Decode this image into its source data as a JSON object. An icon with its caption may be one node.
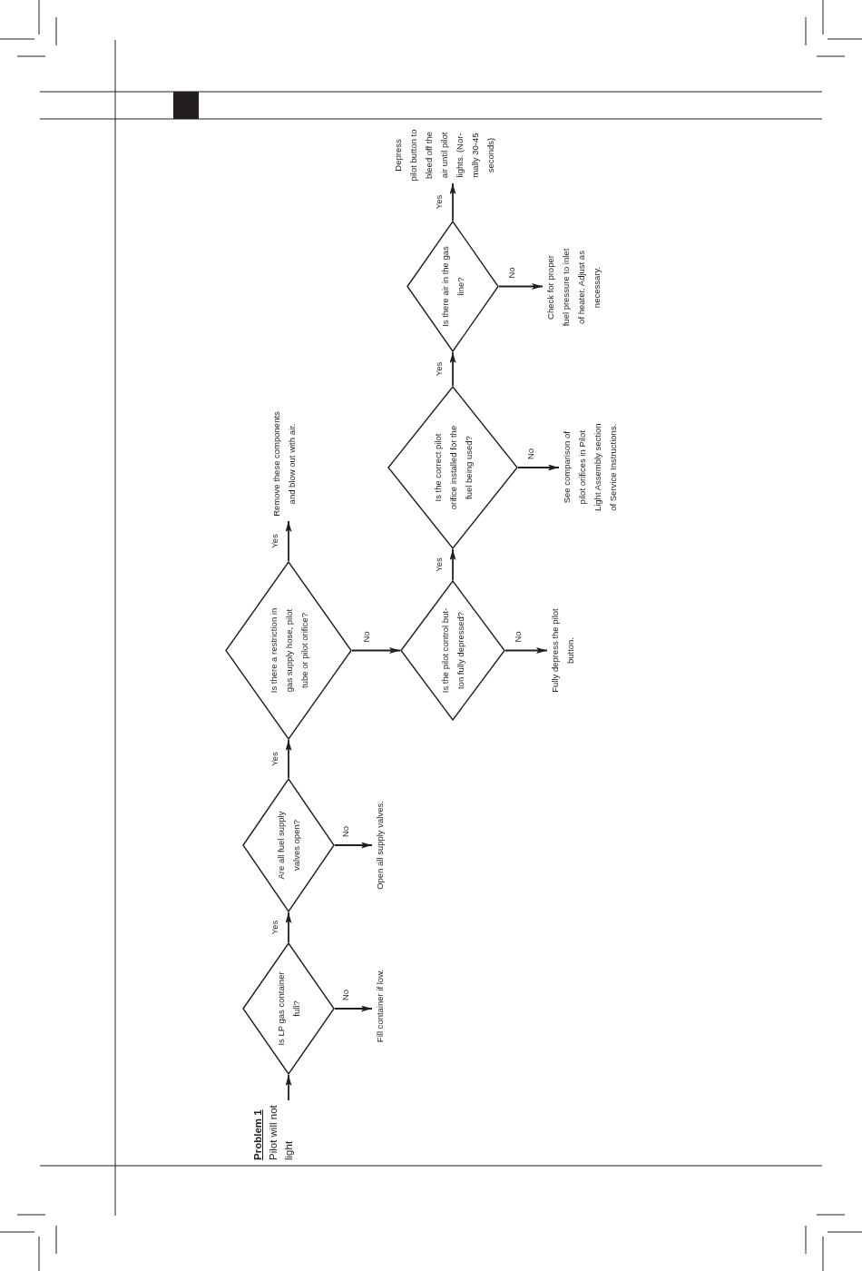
{
  "diagram": {
    "nodes": [
      {
        "text": [
          "Problem 1",
          "Pilot will not light"
        ]
      },
      {
        "text": [
          "Is LP gas container full?"
        ]
      },
      {
        "text": [
          "Fill container if low."
        ]
      },
      {
        "text": [
          "Are all fuel supply valves open?"
        ]
      },
      {
        "text": [
          "Open all supply valves."
        ]
      },
      {
        "text": [
          "Is there a restriction in gas supply hose, pilot tube or pilot orifice?"
        ]
      },
      {
        "text": [
          "Remove these components and blow out with air."
        ]
      },
      {
        "text": [
          "Is the pilot control but- ton fully depressed?"
        ]
      },
      {
        "text": [
          "Fully depress the pilot button."
        ]
      },
      {
        "text": [
          "Is the correct pilot orifice installed for the fuel being used?"
        ]
      },
      {
        "text": [
          "See comparison of pilot orifices in Pilot Light Assembly section of Service Instructions."
        ]
      },
      {
        "text": [
          "Is there air in the gas line?"
        ]
      },
      {
        "text": [
          "Check for proper fuel pressure to inlet of heater. Adjust as necessary."
        ]
      },
      {
        "text": [
          "Depress pilot button to bleed off the air until pilot lights. (Nor- mally 30-45 seconds)"
        ]
      }
    ],
    "edges": [
      {
        "from": 0,
        "to": 1,
        "arrow": "to"
      },
      {
        "from": 1,
        "to": 2,
        "arrow": "to",
        "label": "No"
      },
      {
        "from": 1,
        "to": 3,
        "arrow": "to",
        "label": "Yes"
      },
      {
        "from": 3,
        "to": 4,
        "arrow": "to",
        "label": "No"
      },
      {
        "from": 3,
        "to": 5,
        "arrow": "to",
        "label": "Yes"
      },
      {
        "from": 5,
        "to": 6,
        "arrow": "to",
        "label": "Yes"
      },
      {
        "from": 5,
        "to": 7,
        "arrow": "to",
        "label": "No"
      },
      {
        "from": 7,
        "to": 8,
        "arrow": "to",
        "label": "No"
      },
      {
        "from": 7,
        "to": 9,
        "arrow": "to",
        "label": "Yes"
      },
      {
        "from": 9,
        "to": 10,
        "arrow": "to",
        "label": "No"
      },
      {
        "from": 9,
        "to": 11,
        "arrow": "to",
        "label": "Yes"
      },
      {
        "from": 11,
        "to": 12,
        "arrow": "to",
        "label": "No"
      },
      {
        "from": 11,
        "to": 13,
        "arrow": "to",
        "label": "Yes"
      }
    ]
  }
}
